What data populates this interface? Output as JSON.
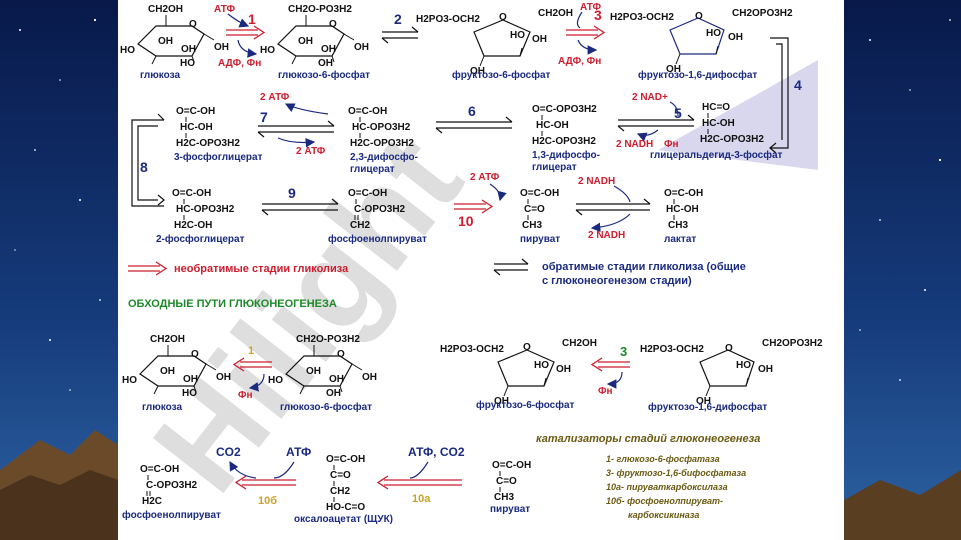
{
  "glycolysis": {
    "glucose": {
      "label": "глюкоза",
      "top": "CH2OH",
      "oh": [
        "OH",
        "OH",
        "HO",
        "HO",
        "OH"
      ]
    },
    "atp1": "АТФ",
    "adp1": "АДФ, Фн",
    "step1": "1",
    "g6p": {
      "label": "глюкозо-6-фосфат",
      "top": "CH2O-PO3H2",
      "oh": [
        "OH",
        "OH",
        "HO",
        "OH",
        "OH"
      ]
    },
    "step2": "2",
    "f6p": {
      "label": "фруктозо-6-фосфат",
      "left": "H2PO3-OCH2",
      "right": "CH2OH",
      "oh": [
        "HO",
        "OH",
        "OH"
      ]
    },
    "atp3": "АТФ",
    "step3": "3",
    "adp3": "АДФ, Фн",
    "f16bp": {
      "label": "фруктозо-1,6-дифосфат",
      "left": "H2PO3-OCH2",
      "right": "CH2OPO3H2",
      "oh": [
        "HO",
        "OH",
        "OH"
      ]
    },
    "step4": "4",
    "g3p": {
      "label": "глицеральдегид-3-фосфат",
      "lines": [
        "HC=O",
        "HC-OH",
        "H2C-OPO3H2"
      ]
    },
    "nad": "2 NAD+",
    "step5": "5",
    "nadh": "2 NADH",
    "fn5": "Фн",
    "bpg13": {
      "label": [
        "1,3-дифосфо-",
        "глицерат"
      ],
      "lines": [
        "O=C-OPO3H2",
        "HC-OH",
        "H2C-OPO3H2"
      ]
    },
    "step6": "6",
    "bpg23": {
      "label": [
        "2,3-дифосфо-",
        "глицерат"
      ],
      "lines": [
        "O=C-OH",
        "HC-OPO3H2",
        "H2C-OPO3H2"
      ]
    },
    "atp7a": "2 АТФ",
    "step7": "7",
    "atp7b": "2 АТФ",
    "pg3": {
      "label": "3-фосфоглицерат",
      "lines": [
        "O=C-OH",
        "HC-OH",
        "H2C-OPO3H2"
      ]
    },
    "step8": "8",
    "pg2": {
      "label": "2-фосфоглицерат",
      "lines": [
        "O=C-OH",
        "HC-OPO3H2",
        "H2C-OH"
      ]
    },
    "step9": "9",
    "pep": {
      "label": "фосфоенолпируват",
      "lines": [
        "O=C-OH",
        "C-OPO3H2",
        "CH2"
      ]
    },
    "atp10": "2 АТФ",
    "step10": "10",
    "pyruvate": {
      "label": "пируват",
      "lines": [
        "O=C-OH",
        "C=O",
        "CH3"
      ]
    },
    "nadh_top": "2 NADH",
    "nadh_bot": "2 NADH",
    "lactate": {
      "label": "лактат",
      "lines": [
        "O=C-OH",
        "HC-OH",
        "CH3"
      ]
    }
  },
  "legend": {
    "irreversible": "необратимые стадии гликолиза",
    "reversible": [
      "обратимые стадии гликолиза (общие",
      "с глюконеогенезом стадии)"
    ]
  },
  "gluconeogenesis": {
    "title": "ОБХОДНЫЕ ПУТИ ГЛЮКОНЕОГЕНЕЗА",
    "glucose": {
      "label": "глюкоза",
      "top": "CH2OH",
      "oh": [
        "OH",
        "OH",
        "HO",
        "HO",
        "OH"
      ]
    },
    "step1": "1",
    "fn1": "Фн",
    "g6p": {
      "label": "глюкозо-6-фосфат",
      "top": "CH2O-PO3H2",
      "oh": [
        "OH",
        "OH",
        "HO",
        "OH",
        "OH"
      ]
    },
    "f6p": {
      "label": "фруктозо-6-фосфат",
      "left": "H2PO3-OCH2",
      "right": "CH2OH",
      "oh": [
        "HO",
        "OH",
        "OH"
      ]
    },
    "step3": "3",
    "fn3": "Фн",
    "f16bp": {
      "label": "фруктозо-1,6-дифосфат",
      "left": "H2PO3-OCH2",
      "right": "CH2OPO3H2",
      "oh": [
        "HO",
        "OH",
        "OH"
      ]
    },
    "pep": {
      "label": "фосфоенолпируват",
      "lines": [
        "O=C-OH",
        "C-OPO3H2",
        "H2C"
      ]
    },
    "co2": "CO2",
    "atp": "АТФ",
    "step10b": "10б",
    "oaa": {
      "label": "оксалоацетат (ЩУК)",
      "lines": [
        "O=C-OH",
        "C=O",
        "CH2",
        "HO-C=O"
      ]
    },
    "atpco2": "АТФ, CO2",
    "step10a": "10а",
    "pyruvate": {
      "label": "пируват",
      "lines": [
        "O=C-OH",
        "C=O",
        "CH3"
      ]
    }
  },
  "catalysts": {
    "title": "катализаторы стадий глюконеогенеза",
    "items": [
      "1- глюкозо-6-фосфатаза",
      "3- фруктозо-1,6-бифосфатаза",
      "10а- пируваткарбоксилаза",
      "10б- фосфоенолпируват-",
      "карбоксикиназа"
    ]
  },
  "watermark": "Hilight",
  "colors": {
    "irreversible": "#cc1e2e",
    "reversible": "#111111",
    "label": "#1a2a80",
    "title": "#1d8a2a",
    "catalyst": "#6b5a12"
  }
}
